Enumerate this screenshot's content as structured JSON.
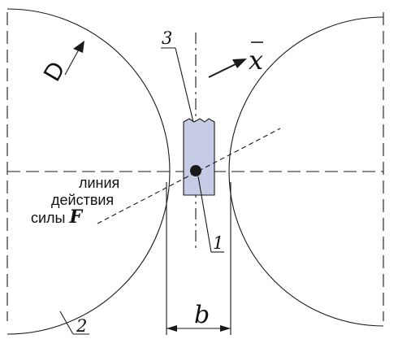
{
  "labels": {
    "diameter": "D",
    "roll_left_number": "2",
    "rod_number": "3",
    "point_number": "1",
    "direction_axis": "x",
    "gap_width": "b",
    "force_line_1": "линия",
    "force_line_2": "действия",
    "force_line_3_prefix": "силы ",
    "force_symbol": "F"
  },
  "colors": {
    "line": "#1a1a1a",
    "rod_fill": "#c7cce6",
    "point_fill": "#1a1a1a"
  }
}
